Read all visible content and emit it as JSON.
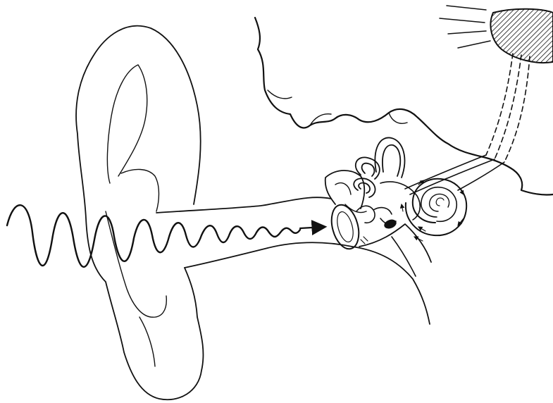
{
  "figure": {
    "ink_color": "#111111",
    "paper_color": "#ffffff",
    "parts": [
      "outer-ear",
      "ear-canal",
      "sound-wave",
      "tympanic-membrane",
      "ossicles",
      "semicircular-canals",
      "cochlea",
      "auditory-nerve",
      "brain-outline",
      "auditory-cortex"
    ]
  }
}
